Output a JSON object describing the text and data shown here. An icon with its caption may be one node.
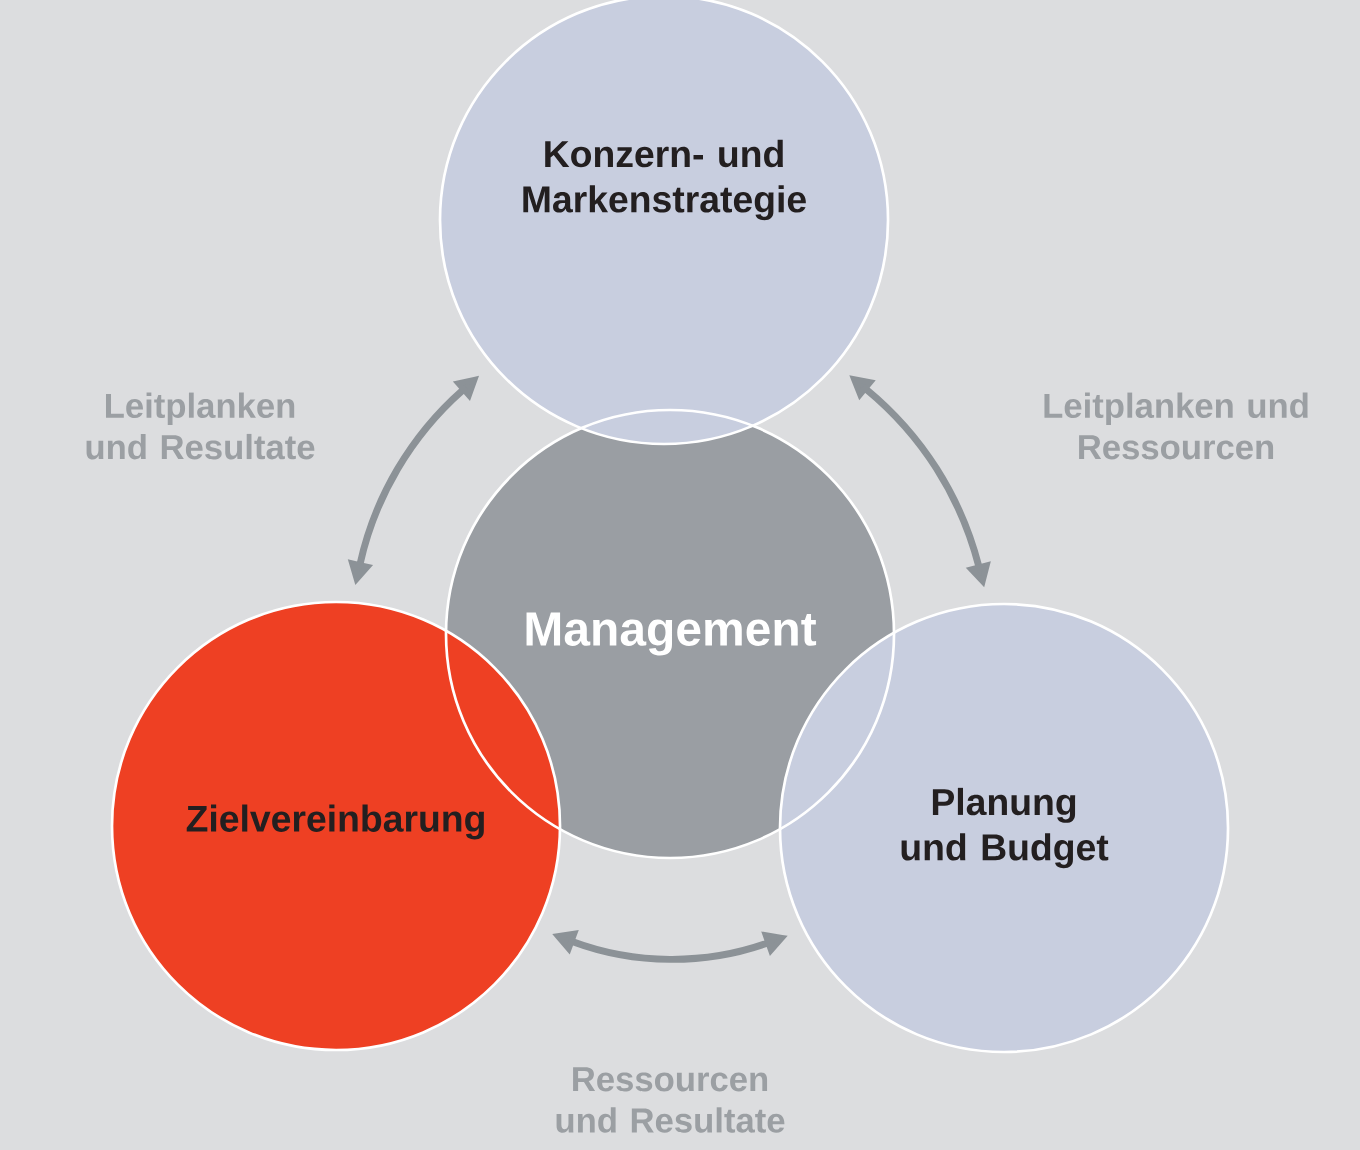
{
  "diagram": {
    "nodes": [
      {
        "text": [
          "Konzern- und Markenstrategie"
        ]
      },
      {
        "text": [
          "Management"
        ]
      },
      {
        "text": [
          "Zielvereinbarung"
        ]
      },
      {
        "text": [
          "Planung und Budget"
        ]
      }
    ],
    "edges": [
      {
        "from": 0,
        "to": 2,
        "arrow": "both",
        "label": "Leitplanken und Resultate"
      },
      {
        "from": 0,
        "to": 3,
        "arrow": "both",
        "label": "Leitplanken und Ressourcen"
      },
      {
        "from": 2,
        "to": 3,
        "arrow": "both",
        "label": "Ressourcen und Resultate"
      }
    ]
  }
}
